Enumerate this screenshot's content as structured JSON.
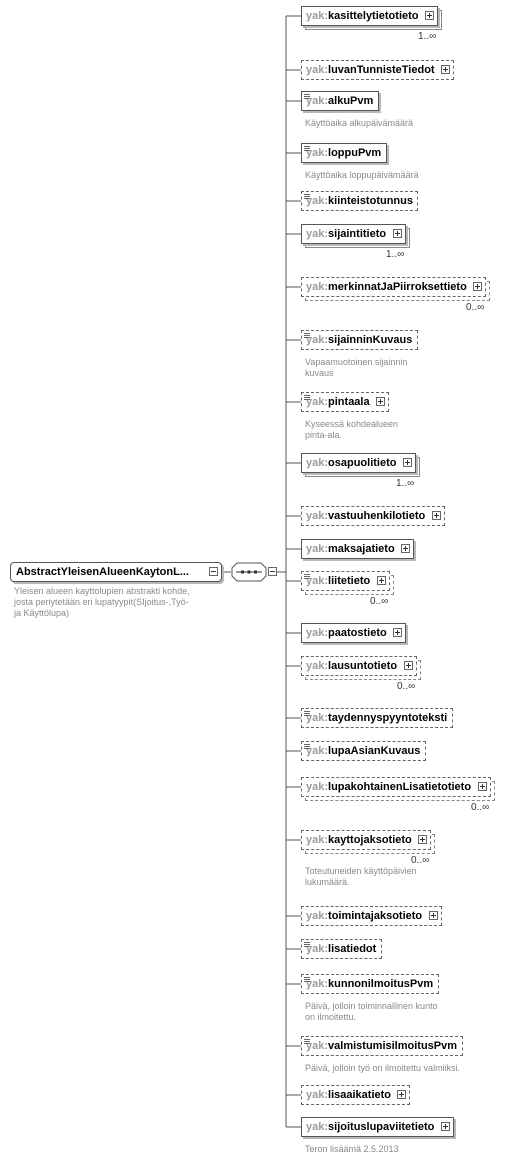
{
  "prefix": "yak:",
  "root": {
    "name": "AbstractYleisenAlueenKaytonL...",
    "annotation": [
      "Yleisen alueen kayttolupien abstrakti kohde,",
      "josta periytetään eri lupatyypit(SIjoitus-,Työ-",
      "ja Käyttölupa)"
    ]
  },
  "elements": [
    {
      "name": "kasittelytietotieto",
      "optional": false,
      "multi": true,
      "expand": true,
      "doc": false,
      "card": "1..∞",
      "ann": []
    },
    {
      "name": "luvanTunnisteTiedot",
      "optional": true,
      "multi": false,
      "expand": true,
      "doc": false,
      "card": "",
      "ann": []
    },
    {
      "name": "alkuPvm",
      "optional": false,
      "multi": false,
      "expand": false,
      "doc": true,
      "card": "",
      "ann": [
        "Käyttöaika alkupäivämäärä"
      ]
    },
    {
      "name": "loppuPvm",
      "optional": false,
      "multi": false,
      "expand": false,
      "doc": true,
      "card": "",
      "ann": [
        "Käyttöaika loppupäivämäärä"
      ]
    },
    {
      "name": "kiinteistotunnus",
      "optional": true,
      "multi": false,
      "expand": false,
      "doc": true,
      "card": "",
      "ann": []
    },
    {
      "name": "sijaintitieto",
      "optional": false,
      "multi": true,
      "expand": true,
      "doc": false,
      "card": "1..∞",
      "ann": []
    },
    {
      "name": "merkinnatJaPiirroksettieto",
      "optional": true,
      "multi": true,
      "expand": true,
      "doc": false,
      "card": "0..∞",
      "ann": []
    },
    {
      "name": "sijainninKuvaus",
      "optional": true,
      "multi": false,
      "expand": false,
      "doc": true,
      "card": "",
      "ann": [
        "Vapaamuotoinen sijainnin",
        "kuvaus"
      ]
    },
    {
      "name": "pintaala",
      "optional": true,
      "multi": false,
      "expand": true,
      "doc": true,
      "card": "",
      "ann": [
        "Kyseessä kohdealueen",
        "pinta-ala."
      ]
    },
    {
      "name": "osapuolitieto",
      "optional": false,
      "multi": true,
      "expand": true,
      "doc": false,
      "card": "1..∞",
      "ann": []
    },
    {
      "name": "vastuuhenkilotieto",
      "optional": true,
      "multi": false,
      "expand": true,
      "doc": false,
      "card": "",
      "ann": []
    },
    {
      "name": "maksajatieto",
      "optional": false,
      "multi": false,
      "expand": true,
      "doc": false,
      "card": "",
      "ann": []
    },
    {
      "name": "liitetieto",
      "optional": true,
      "multi": true,
      "expand": true,
      "doc": true,
      "card": "0..∞",
      "ann": []
    },
    {
      "name": "paatostieto",
      "optional": false,
      "multi": false,
      "expand": true,
      "doc": false,
      "card": "",
      "ann": []
    },
    {
      "name": "lausuntotieto",
      "optional": true,
      "multi": true,
      "expand": true,
      "doc": false,
      "card": "0..∞",
      "ann": []
    },
    {
      "name": "taydennyspyyntoteksti",
      "optional": true,
      "multi": false,
      "expand": false,
      "doc": true,
      "card": "",
      "ann": []
    },
    {
      "name": "lupaAsianKuvaus",
      "optional": true,
      "multi": false,
      "expand": false,
      "doc": true,
      "card": "",
      "ann": []
    },
    {
      "name": "lupakohtainenLisatietotieto",
      "optional": true,
      "multi": true,
      "expand": true,
      "doc": false,
      "card": "0..∞",
      "ann": []
    },
    {
      "name": "kayttojaksotieto",
      "optional": true,
      "multi": true,
      "expand": true,
      "doc": false,
      "card": "0..∞",
      "ann": [
        "Toteutuneiden käyttöpäivien",
        "lukumäärä."
      ]
    },
    {
      "name": "toimintajaksotieto",
      "optional": true,
      "multi": false,
      "expand": true,
      "doc": false,
      "card": "",
      "ann": []
    },
    {
      "name": "lisatiedot",
      "optional": true,
      "multi": false,
      "expand": false,
      "doc": true,
      "card": "",
      "ann": []
    },
    {
      "name": "kunnonilmoitusPvm",
      "optional": true,
      "multi": false,
      "expand": false,
      "doc": true,
      "card": "",
      "ann": [
        "Päivä, jolloin toiminnallinen kunto",
        "on ilmoitettu."
      ]
    },
    {
      "name": "valmistumisilmoitusPvm",
      "optional": true,
      "multi": false,
      "expand": false,
      "doc": true,
      "card": "",
      "ann": [
        "Päivä, jolloin työ on ilmoitettu valmiiksi."
      ]
    },
    {
      "name": "lisaaikatieto",
      "optional": true,
      "multi": false,
      "expand": true,
      "doc": false,
      "card": "",
      "ann": []
    },
    {
      "name": "sijoituslupaviitetieto",
      "optional": false,
      "multi": false,
      "expand": true,
      "doc": false,
      "card": "",
      "ann": [
        "Teron lisäämä 2.5.2013"
      ]
    }
  ]
}
